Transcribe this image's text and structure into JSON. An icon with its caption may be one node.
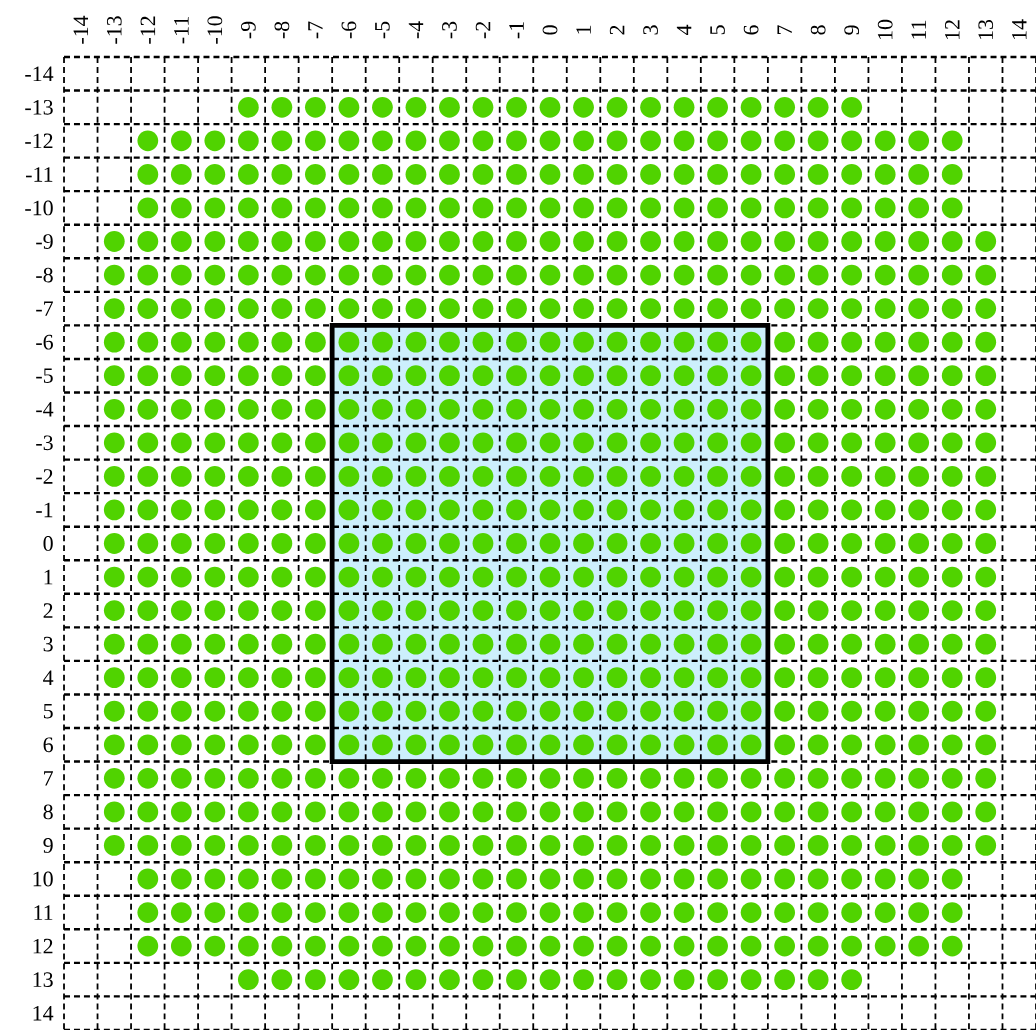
{
  "diagram": {
    "labels": [
      "-14",
      "-13",
      "-12",
      "-11",
      "-10",
      "-9",
      "-8",
      "-7",
      "-6",
      "-5",
      "-4",
      "-3",
      "-2",
      "-1",
      "0",
      "1",
      "2",
      "3",
      "4",
      "5",
      "6",
      "7",
      "8",
      "9",
      "10",
      "11",
      "12",
      "13",
      "14",
      "-14",
      "-13",
      "-12",
      "-11",
      "-10",
      "-9",
      "-8",
      "-7",
      "-6",
      "-5",
      "-4",
      "-3",
      "-2",
      "-1",
      "0",
      "1",
      "2",
      "3",
      "4",
      "5",
      "6",
      "7",
      "8",
      "9",
      "10",
      "11",
      "12",
      "13",
      "14"
    ]
  }
}
